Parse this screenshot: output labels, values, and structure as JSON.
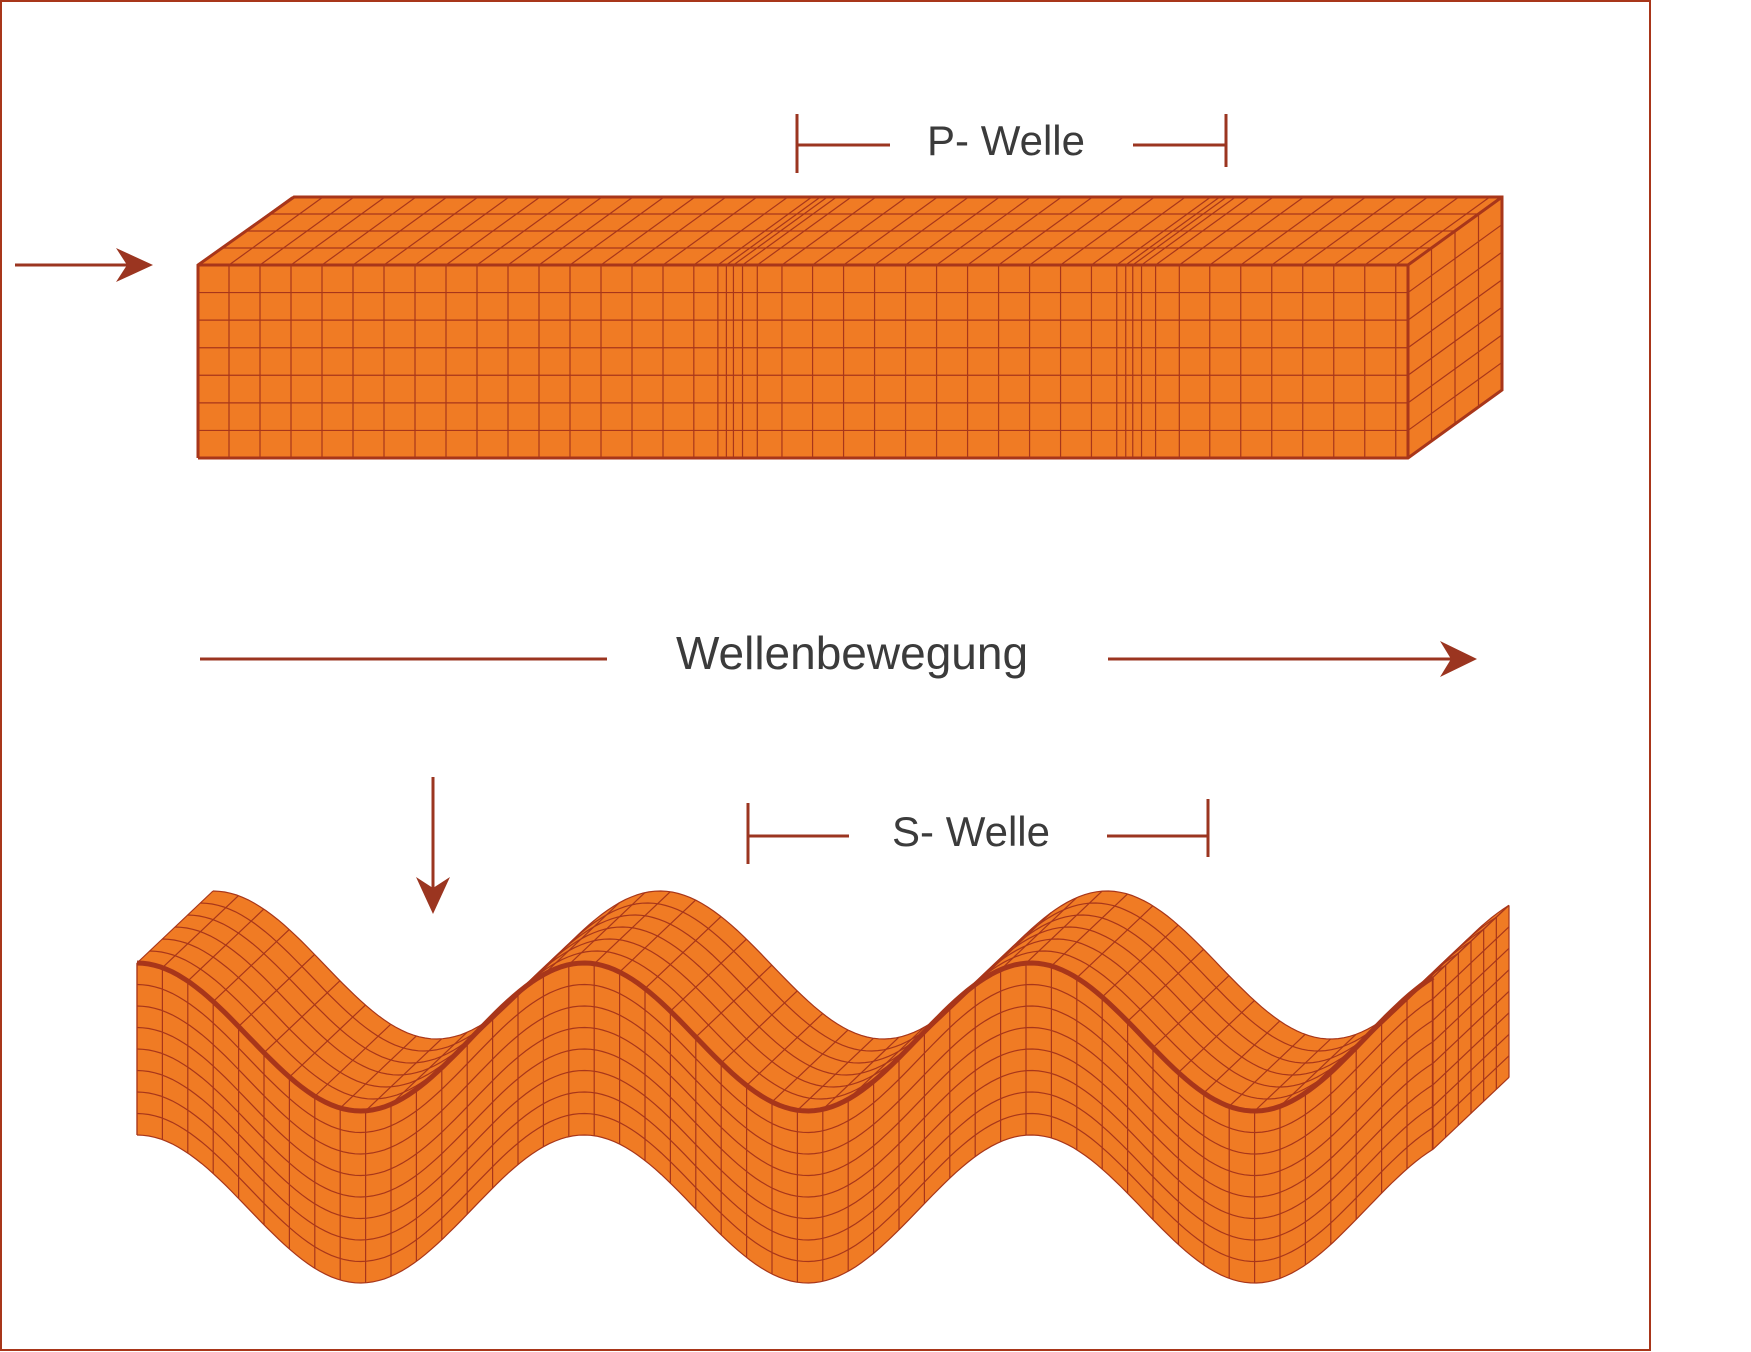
{
  "labels": {
    "p_wave": "P- Welle",
    "wave_motion": "Wellenbewegung",
    "s_wave": "S- Welle"
  },
  "colors": {
    "block_fill": "#f07b24",
    "grid_line": "#a8361a",
    "arrow": "#9b3520",
    "frame": "#a8361a",
    "text": "#3b3b3b"
  }
}
